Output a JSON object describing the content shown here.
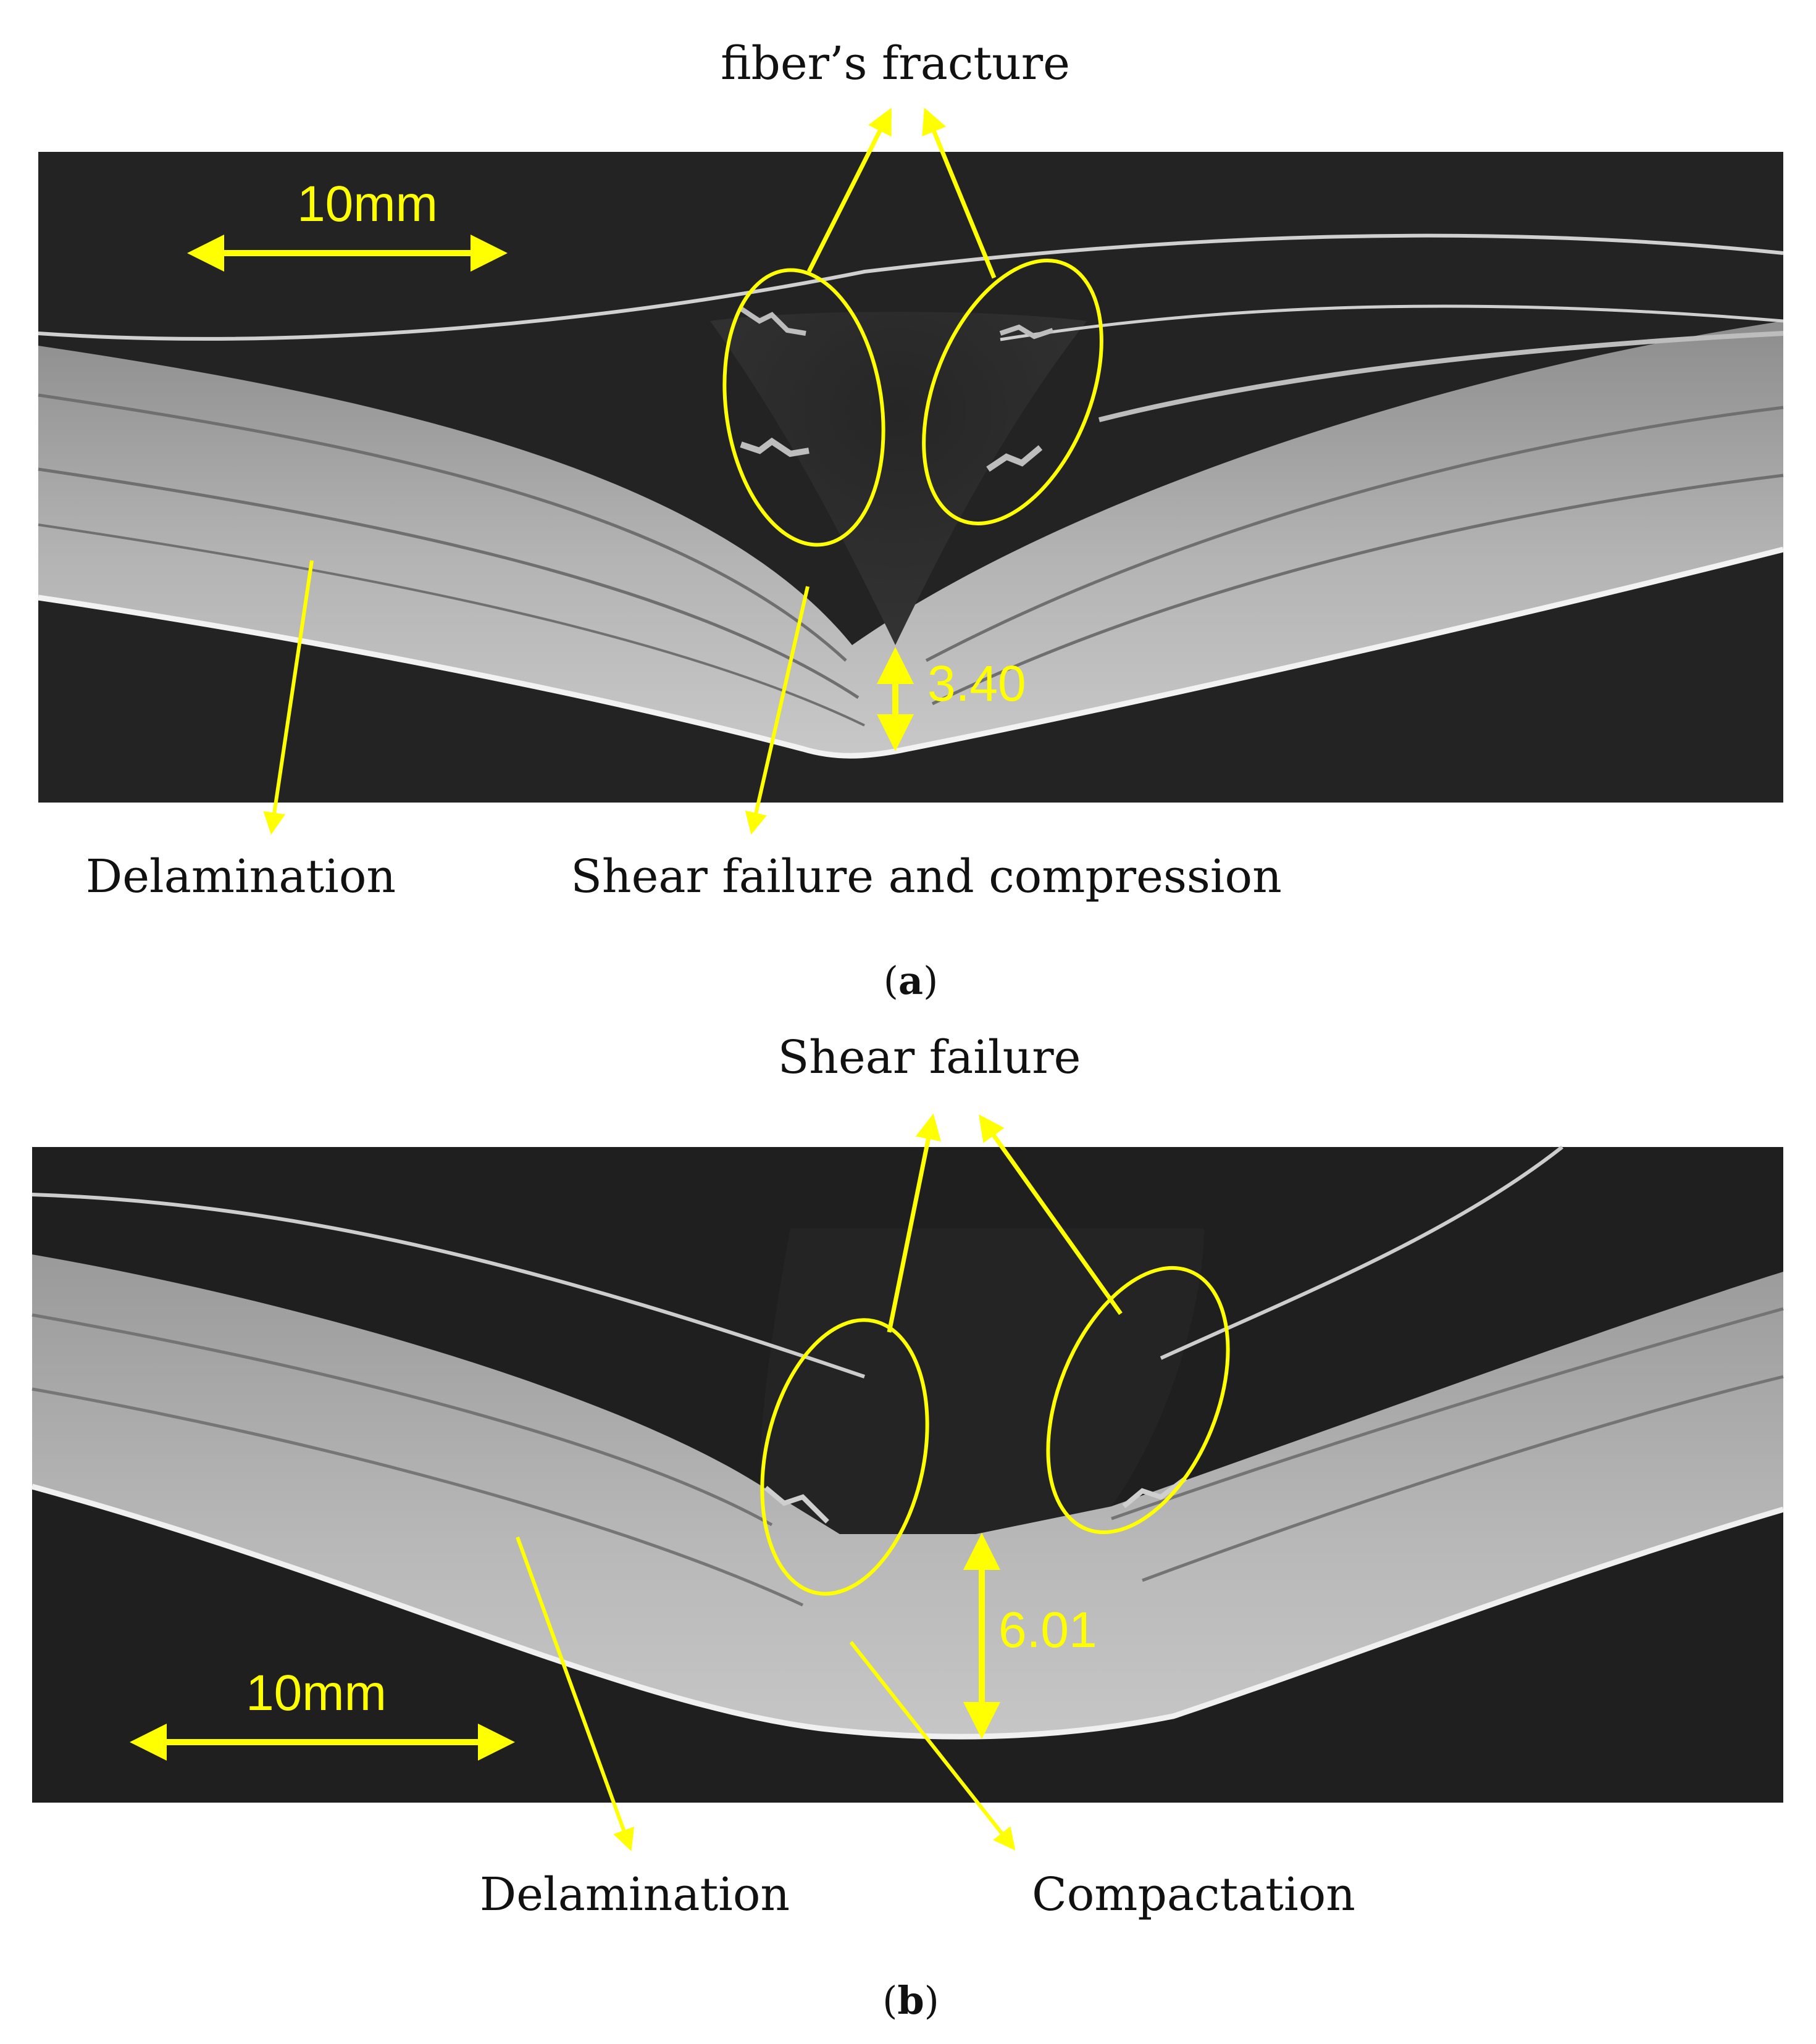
{
  "panel_a": {
    "label_open": "(",
    "label_letter": "a",
    "label_close": ")",
    "top_annotation": "fiber’s fracture",
    "scale_bar": "10mm",
    "dimension": "3.40",
    "bottom_left_annotation": "Delamination",
    "bottom_center_annotation": "Shear failure and compression"
  },
  "panel_b": {
    "label_open": "(",
    "label_letter": "b",
    "label_close": ")",
    "top_annotation": "Shear failure",
    "scale_bar": "10mm",
    "dimension": "6.01",
    "bottom_left_annotation": "Delamination",
    "bottom_right_annotation": "Compactation"
  },
  "colors": {
    "annotation": "#ffff00",
    "ct_background": "#1f1f1f",
    "laminate": "#a9a9a9",
    "caption_text": "#111111"
  }
}
